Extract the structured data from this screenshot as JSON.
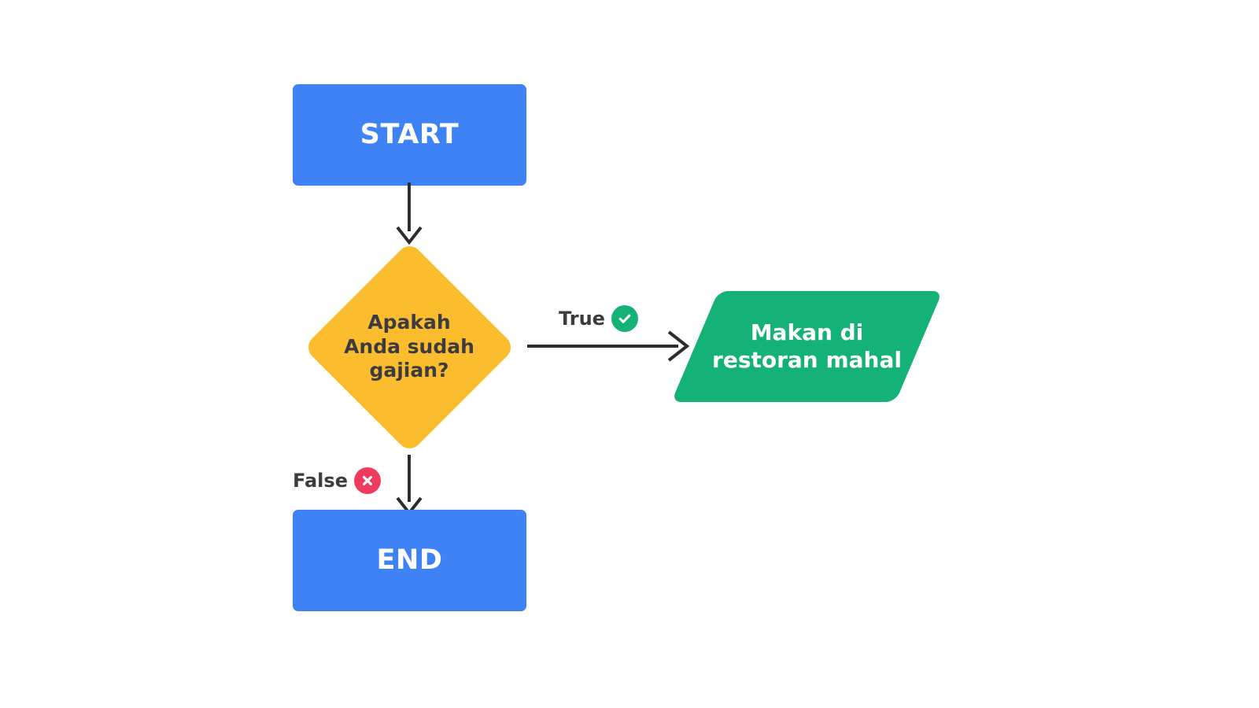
{
  "diagram": {
    "title": "Apakah Anda sudah gajian? decision flowchart",
    "background": "#ffffff",
    "nodes": {
      "start": {
        "label": "START",
        "shape": "terminator-rounded-rectangle",
        "fill": "#3f82f6",
        "text_color": "#ffffff"
      },
      "decision": {
        "label": "Apakah\nAnda sudah\ngajian?",
        "shape": "diamond",
        "fill": "#fbbd2d",
        "text_color": "#3c3c40"
      },
      "action": {
        "label": "Makan di\nrestoran mahal",
        "shape": "parallelogram",
        "fill": "#14b277",
        "text_color": "#ffffff"
      },
      "end": {
        "label": "END",
        "shape": "terminator-rounded-rectangle",
        "fill": "#3f82f6",
        "text_color": "#ffffff"
      }
    },
    "edges": {
      "start_to_decision": {
        "label": "",
        "from": "start",
        "to": "decision",
        "color": "#2b2b30"
      },
      "decision_to_action": {
        "label": "True",
        "icon": "check-circle-icon",
        "icon_color": "#14b277",
        "from": "decision",
        "to": "action",
        "color": "#2b2b30"
      },
      "decision_to_end": {
        "label": "False",
        "icon": "x-circle-icon",
        "icon_color": "#ef3b5d",
        "from": "decision",
        "to": "end",
        "color": "#2b2b30"
      }
    }
  }
}
